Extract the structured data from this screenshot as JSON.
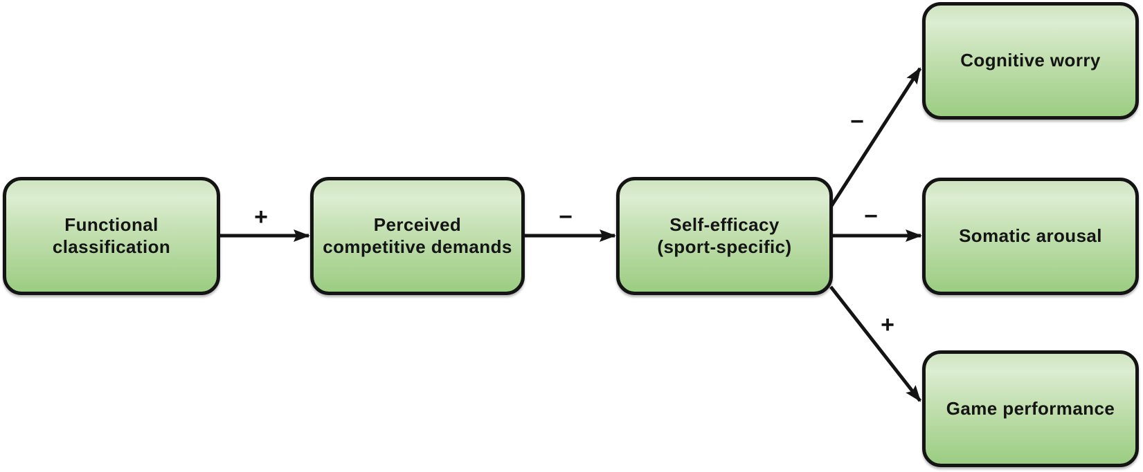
{
  "figure": {
    "type": "path-model-diagram",
    "background_color": "#ffffff",
    "box_style": {
      "border_color": "#141414",
      "gradient_top": "#cfe4c1",
      "gradient_highlight": "#dcedd1",
      "gradient_bottom": "#9bcd82",
      "text_color": "#141414",
      "arrow_color": "#141414"
    },
    "nodes": {
      "functional_classification": {
        "label": "Functional classification",
        "lines": [
          "Functional",
          "classification"
        ]
      },
      "perceived_competitive_demands": {
        "label": "Perceived competitive demands",
        "lines": [
          "Perceived",
          "competitive demands"
        ]
      },
      "self_efficacy": {
        "label": "Self-efficacy (sport-specific)",
        "lines": [
          "Self-efficacy",
          "(sport-specific)"
        ]
      },
      "cognitive_worry": {
        "label": "Cognitive worry",
        "lines": [
          "Cognitive worry"
        ]
      },
      "somatic_arousal": {
        "label": "Somatic arousal",
        "lines": [
          "Somatic arousal"
        ]
      },
      "game_performance": {
        "label": "Game performance",
        "lines": [
          "Game performance"
        ]
      }
    },
    "edges": [
      {
        "from": "Functional classification",
        "to": "Perceived competitive demands",
        "sign": "+"
      },
      {
        "from": "Perceived competitive demands",
        "to": "Self-efficacy (sport-specific)",
        "sign": "−"
      },
      {
        "from": "Self-efficacy (sport-specific)",
        "to": "Cognitive worry",
        "sign": "−"
      },
      {
        "from": "Self-efficacy (sport-specific)",
        "to": "Somatic arousal",
        "sign": "−"
      },
      {
        "from": "Self-efficacy (sport-specific)",
        "to": "Game performance",
        "sign": "+"
      }
    ]
  }
}
